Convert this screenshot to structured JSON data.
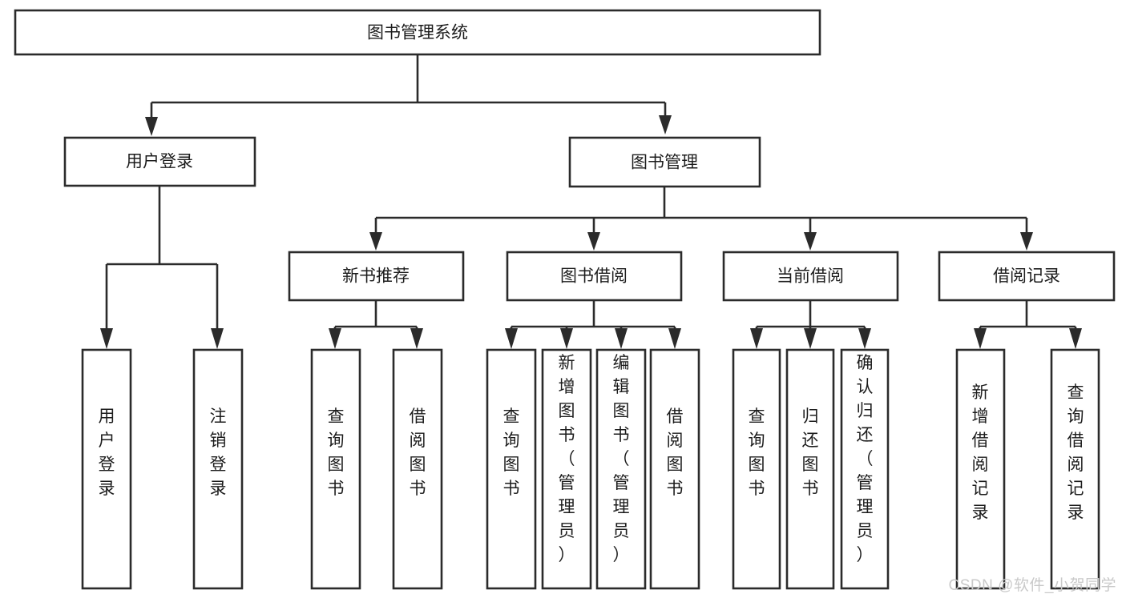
{
  "diagram": {
    "type": "tree-hierarchy",
    "title": "图书管理系统",
    "orientation": "top-down",
    "root": {
      "id": "root",
      "label": "图书管理系统"
    },
    "level2": [
      {
        "id": "user-login",
        "label": "用户登录"
      },
      {
        "id": "book-manage",
        "label": "图书管理"
      }
    ],
    "level3": [
      {
        "id": "new-book-recommend",
        "label": "新书推荐",
        "parent": "book-manage"
      },
      {
        "id": "book-borrow",
        "label": "图书借阅",
        "parent": "book-manage"
      },
      {
        "id": "current-borrow",
        "label": "当前借阅",
        "parent": "book-manage"
      },
      {
        "id": "borrow-record",
        "label": "借阅记录",
        "parent": "book-manage"
      }
    ],
    "leaves": {
      "user-login": [
        {
          "id": "leaf-user-login",
          "label": "用户登录"
        },
        {
          "id": "leaf-user-logout",
          "label": "注销登录"
        }
      ],
      "new-book-recommend": [
        {
          "id": "leaf-query-book-1",
          "label": "查询图书"
        },
        {
          "id": "leaf-borrow-book-1",
          "label": "借阅图书"
        }
      ],
      "book-borrow": [
        {
          "id": "leaf-query-book-2",
          "label": "查询图书"
        },
        {
          "id": "leaf-add-book",
          "label": "新增图书（管理员）"
        },
        {
          "id": "leaf-edit-book",
          "label": "编辑图书（管理员）"
        },
        {
          "id": "leaf-borrow-book-2",
          "label": "借阅图书"
        }
      ],
      "current-borrow": [
        {
          "id": "leaf-query-book-3",
          "label": "查询图书"
        },
        {
          "id": "leaf-return-book",
          "label": "归还图书"
        },
        {
          "id": "leaf-confirm-return",
          "label": "确认归还（管理员）"
        }
      ],
      "borrow-record": [
        {
          "id": "leaf-add-record",
          "label": "新增借阅记录"
        },
        {
          "id": "leaf-query-record",
          "label": "查询借阅记录"
        }
      ]
    }
  },
  "watermark": {
    "text": "CSDN @软件_小贺同学"
  },
  "colors": {
    "box_stroke": "#2b2b2b",
    "box_fill": "#ffffff",
    "text": "#1c1c1c",
    "background": "#ffffff",
    "watermark": "#c9c9c9"
  }
}
